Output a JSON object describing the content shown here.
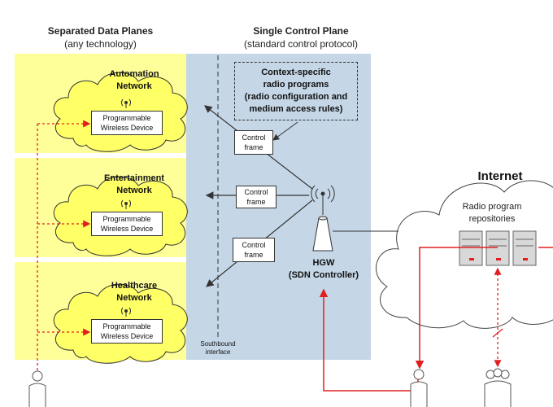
{
  "headers": {
    "data_planes_title": "Separated Data Planes",
    "data_planes_subtitle": "(any technology)",
    "control_plane_title": "Single Control Plane",
    "control_plane_subtitle": "(standard control protocol)"
  },
  "networks": [
    {
      "line1": "Automation",
      "line2": "Network",
      "device1": "Programmable",
      "device2": "Wireless Device"
    },
    {
      "line1": "Entertainment",
      "line2": "Network",
      "device1": "Programmable",
      "device2": "Wireless Device"
    },
    {
      "line1": "Healthcare",
      "line2": "Network",
      "device1": "Programmable",
      "device2": "Wireless Device"
    }
  ],
  "control_frame": {
    "line1": "Control",
    "line2": "frame"
  },
  "radio_programs": {
    "line1": "Context-specific",
    "line2": "radio programs",
    "line3": "(radio configuration and",
    "line4": "medium access rules)"
  },
  "hgw": {
    "line1": "HGW",
    "line2": "(SDN Controller)"
  },
  "southbound": {
    "line1": "Southbound",
    "line2": "interface"
  },
  "internet": {
    "title": "Internet",
    "repo1": "Radio program",
    "repo2": "repositories"
  },
  "colors": {
    "yellow_zone": "#ffff99",
    "cloud_fill": "#ffff66",
    "control_plane": "#c5d6e6",
    "red_link": "#e02020"
  }
}
